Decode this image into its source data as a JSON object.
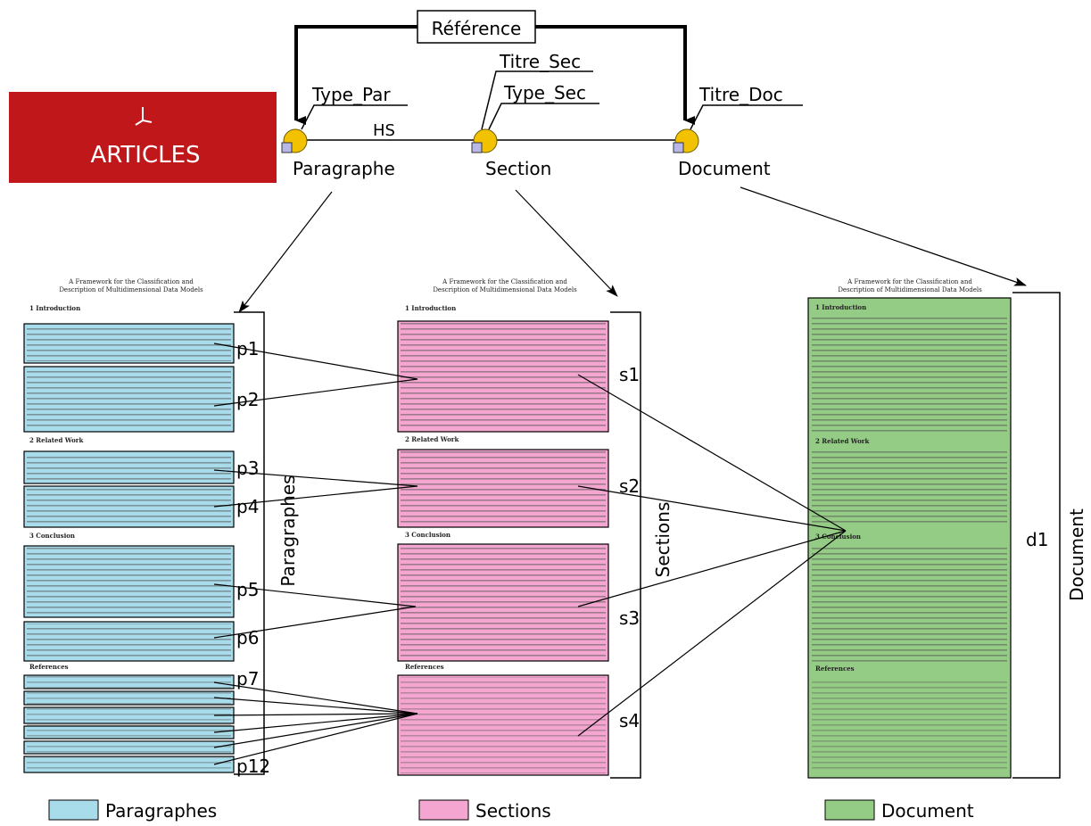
{
  "articles": {
    "label": "ARTICLES",
    "color": "#c0171a"
  },
  "schema": {
    "reference": "Référence",
    "type_par": "Type_Par",
    "titre_sec": "Titre_Sec",
    "type_sec": "Type_Sec",
    "titre_doc": "Titre_Doc",
    "hs": "HS",
    "paragraphe": "Paragraphe",
    "section": "Section",
    "document": "Document"
  },
  "doc_header": {
    "line1": "A Framework for the Classification and",
    "line2": "Description of Multidimensional Data Models",
    "h1": "1   Introduction",
    "h2": "2   Related Work",
    "h3": "3   Conclusion",
    "refs": "References"
  },
  "paragraph_labels": [
    "p1",
    "p2",
    "p3",
    "p4",
    "p5",
    "p6",
    "p7",
    "p12"
  ],
  "section_labels": [
    "s1",
    "s2",
    "s3",
    "s4"
  ],
  "document_label": "d1",
  "brackets": {
    "paragraphes": "Paragraphes",
    "sections": "Sections",
    "document": "Document"
  },
  "legend": [
    {
      "label": "Paragraphes",
      "color": "#a8dcea"
    },
    {
      "label": "Sections",
      "color": "#f4a6d0"
    },
    {
      "label": "Document",
      "color": "#95cc85"
    }
  ]
}
